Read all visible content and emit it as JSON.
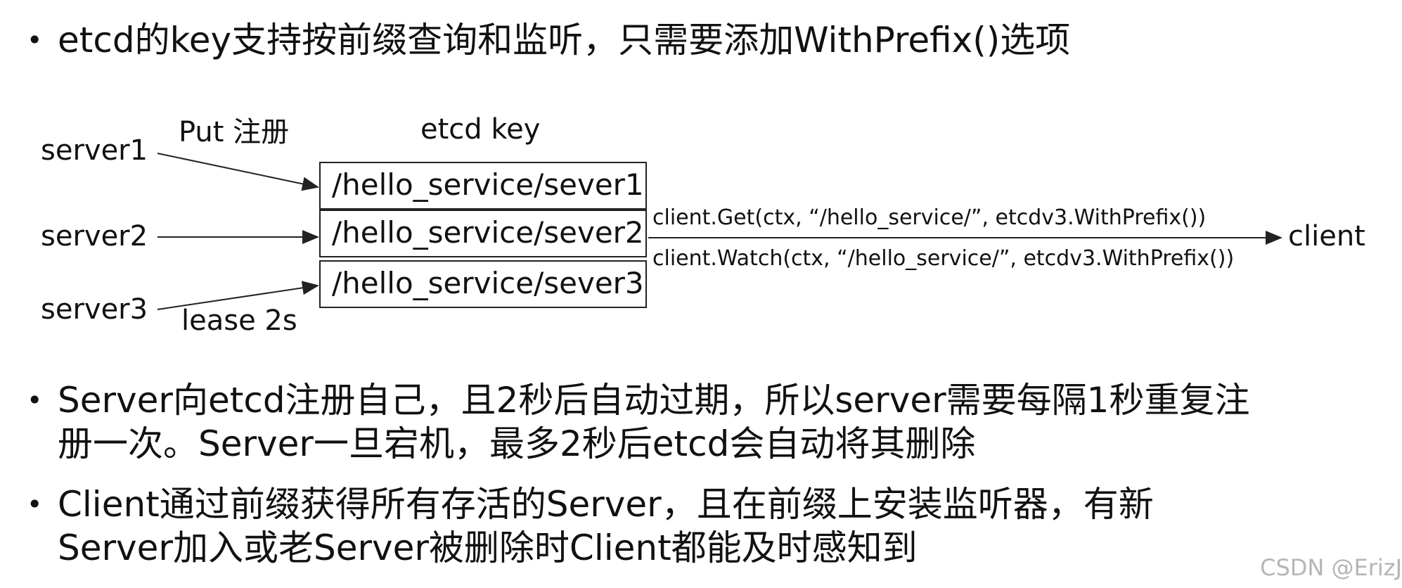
{
  "bullets": {
    "b1": "etcd的key支持按前缀查询和监听，只需要添加WithPrefix()选项",
    "b2_line1": "Server向etcd注册自己，且2秒后自动过期，所以server需要每隔1秒重复注",
    "b2_line2": "册一次。Server一旦宕机，最多2秒后etcd会自动将其删除",
    "b3_line1": "Client通过前缀获得所有存活的Server，且在前缀上安装监听器，有新",
    "b3_line2": "Server加入或老Server被删除时Client都能及时感知到"
  },
  "diagram": {
    "servers": [
      "server1",
      "server2",
      "server3"
    ],
    "put_label": "Put 注册",
    "lease_label": "lease 2s",
    "etcd_title": "etcd key",
    "keys": [
      "/hello_service/sever1",
      "/hello_service/sever2",
      "/hello_service/sever3"
    ],
    "get_call": "client.Get(ctx, “/hello_service/”, etcdv3.WithPrefix())",
    "watch_call": "client.Watch(ctx, “/hello_service/”, etcdv3.WithPrefix())",
    "client": "client"
  },
  "watermark": "CSDN @ErizJ",
  "bullet_symbol": "•"
}
